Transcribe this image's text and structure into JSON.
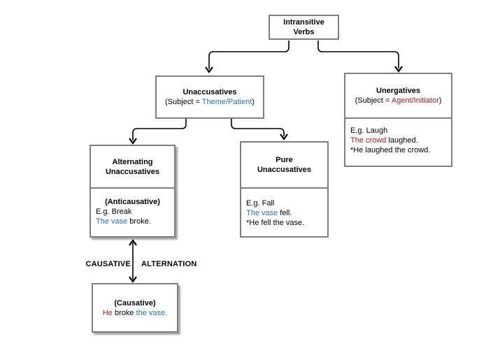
{
  "diagram": {
    "colors": {
      "border": "#7f7f7f",
      "arrow": "#000000",
      "blue": "#2a6dc0",
      "red": "#9e1b1e",
      "red_bright": "#b52025"
    },
    "root": {
      "title_line1": "Intransitive",
      "title_line2": "Verbs"
    },
    "unaccusatives": {
      "title": "Unaccusatives",
      "subject_prefix": "(Subject = ",
      "subject_value": "Theme/Patient",
      "subject_suffix": ")"
    },
    "unergatives": {
      "title": "Unergatives",
      "subject_prefix": "(Subject = ",
      "subject_value": "Agent/Initiator",
      "subject_suffix": ")",
      "example_label": "E.g. Laugh",
      "example_subject": "The crowd",
      "example_rest": " laughed.",
      "star_line": "*He laughed the crowd."
    },
    "alternating": {
      "title_line1": "Alternating",
      "title_line2": "Unaccusatives",
      "subtype": "(Anticausative)",
      "example_label": "E.g. Break",
      "example_subject": "The vase",
      "example_rest": " broke."
    },
    "pure": {
      "title_line1": "Pure",
      "title_line2": "Unaccusatives",
      "example_label": "E.g. Fall",
      "example_subject": "The vase",
      "example_rest": " fell.",
      "star_line": "*He fell the vase."
    },
    "causative": {
      "subtype": "(Causative)",
      "example_subject": "He",
      "example_mid": " broke ",
      "example_object": "the vase."
    },
    "alternation_labels": {
      "left": "CAUSATIVE",
      "right": "ALTERNATION"
    }
  }
}
